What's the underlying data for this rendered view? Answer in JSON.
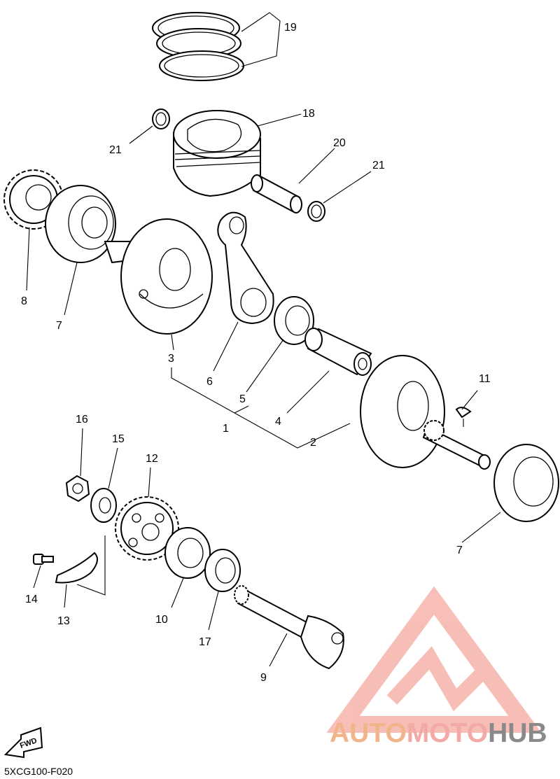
{
  "diagram_code": "5XCG100-F020",
  "fwd_label": "FWD",
  "watermark": {
    "part1": "AUTO",
    "part2": "MOTO",
    "part3": "HUB",
    "accent_color": "#f08a7e",
    "auto_color": "#f2b48a",
    "hub_color": "#8a8a8a"
  },
  "callouts": {
    "n1": "1",
    "n2": "2",
    "n3": "3",
    "n4": "4",
    "n5": "5",
    "n6": "6",
    "n7a": "7",
    "n7b": "7",
    "n8": "8",
    "n9": "9",
    "n10": "10",
    "n11": "11",
    "n12": "12",
    "n13": "13",
    "n14": "14",
    "n15": "15",
    "n16": "16",
    "n17": "17",
    "n18": "18",
    "n19": "19",
    "n20": "20",
    "n21a": "21",
    "n21b": "21"
  }
}
